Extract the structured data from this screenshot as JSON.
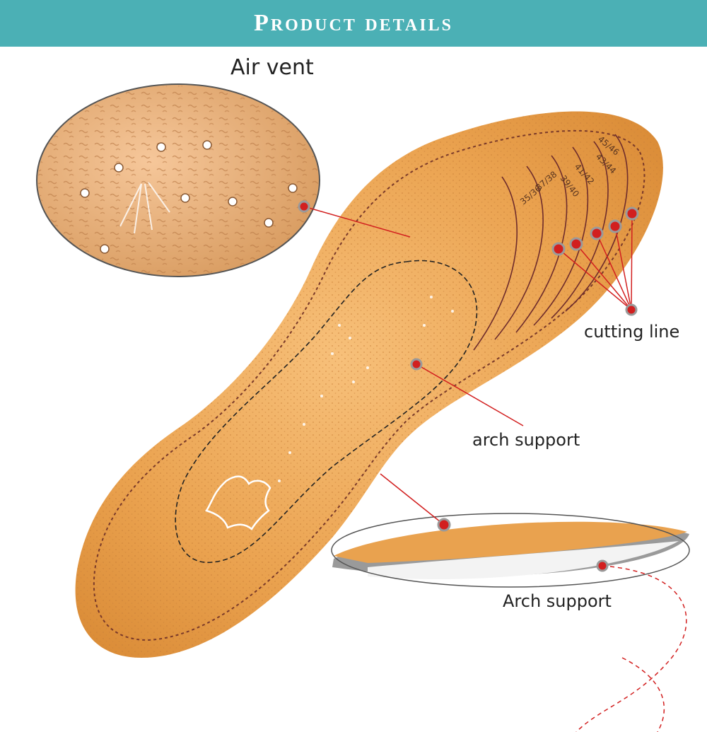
{
  "banner": {
    "title": "Product details"
  },
  "labels": {
    "air_vent": "Air vent",
    "cutting_line": "cutting line",
    "arch_support": "arch support",
    "arch_support_side": "Arch support"
  },
  "size_marks": [
    "45/46",
    "43/44",
    "41/42",
    "39/40",
    "37/38",
    "35/36"
  ],
  "colors": {
    "banner": "#4bb0b5",
    "leather": "#e9a04e",
    "stitch": "#7a3a2a",
    "callout": "#d21f1f"
  }
}
